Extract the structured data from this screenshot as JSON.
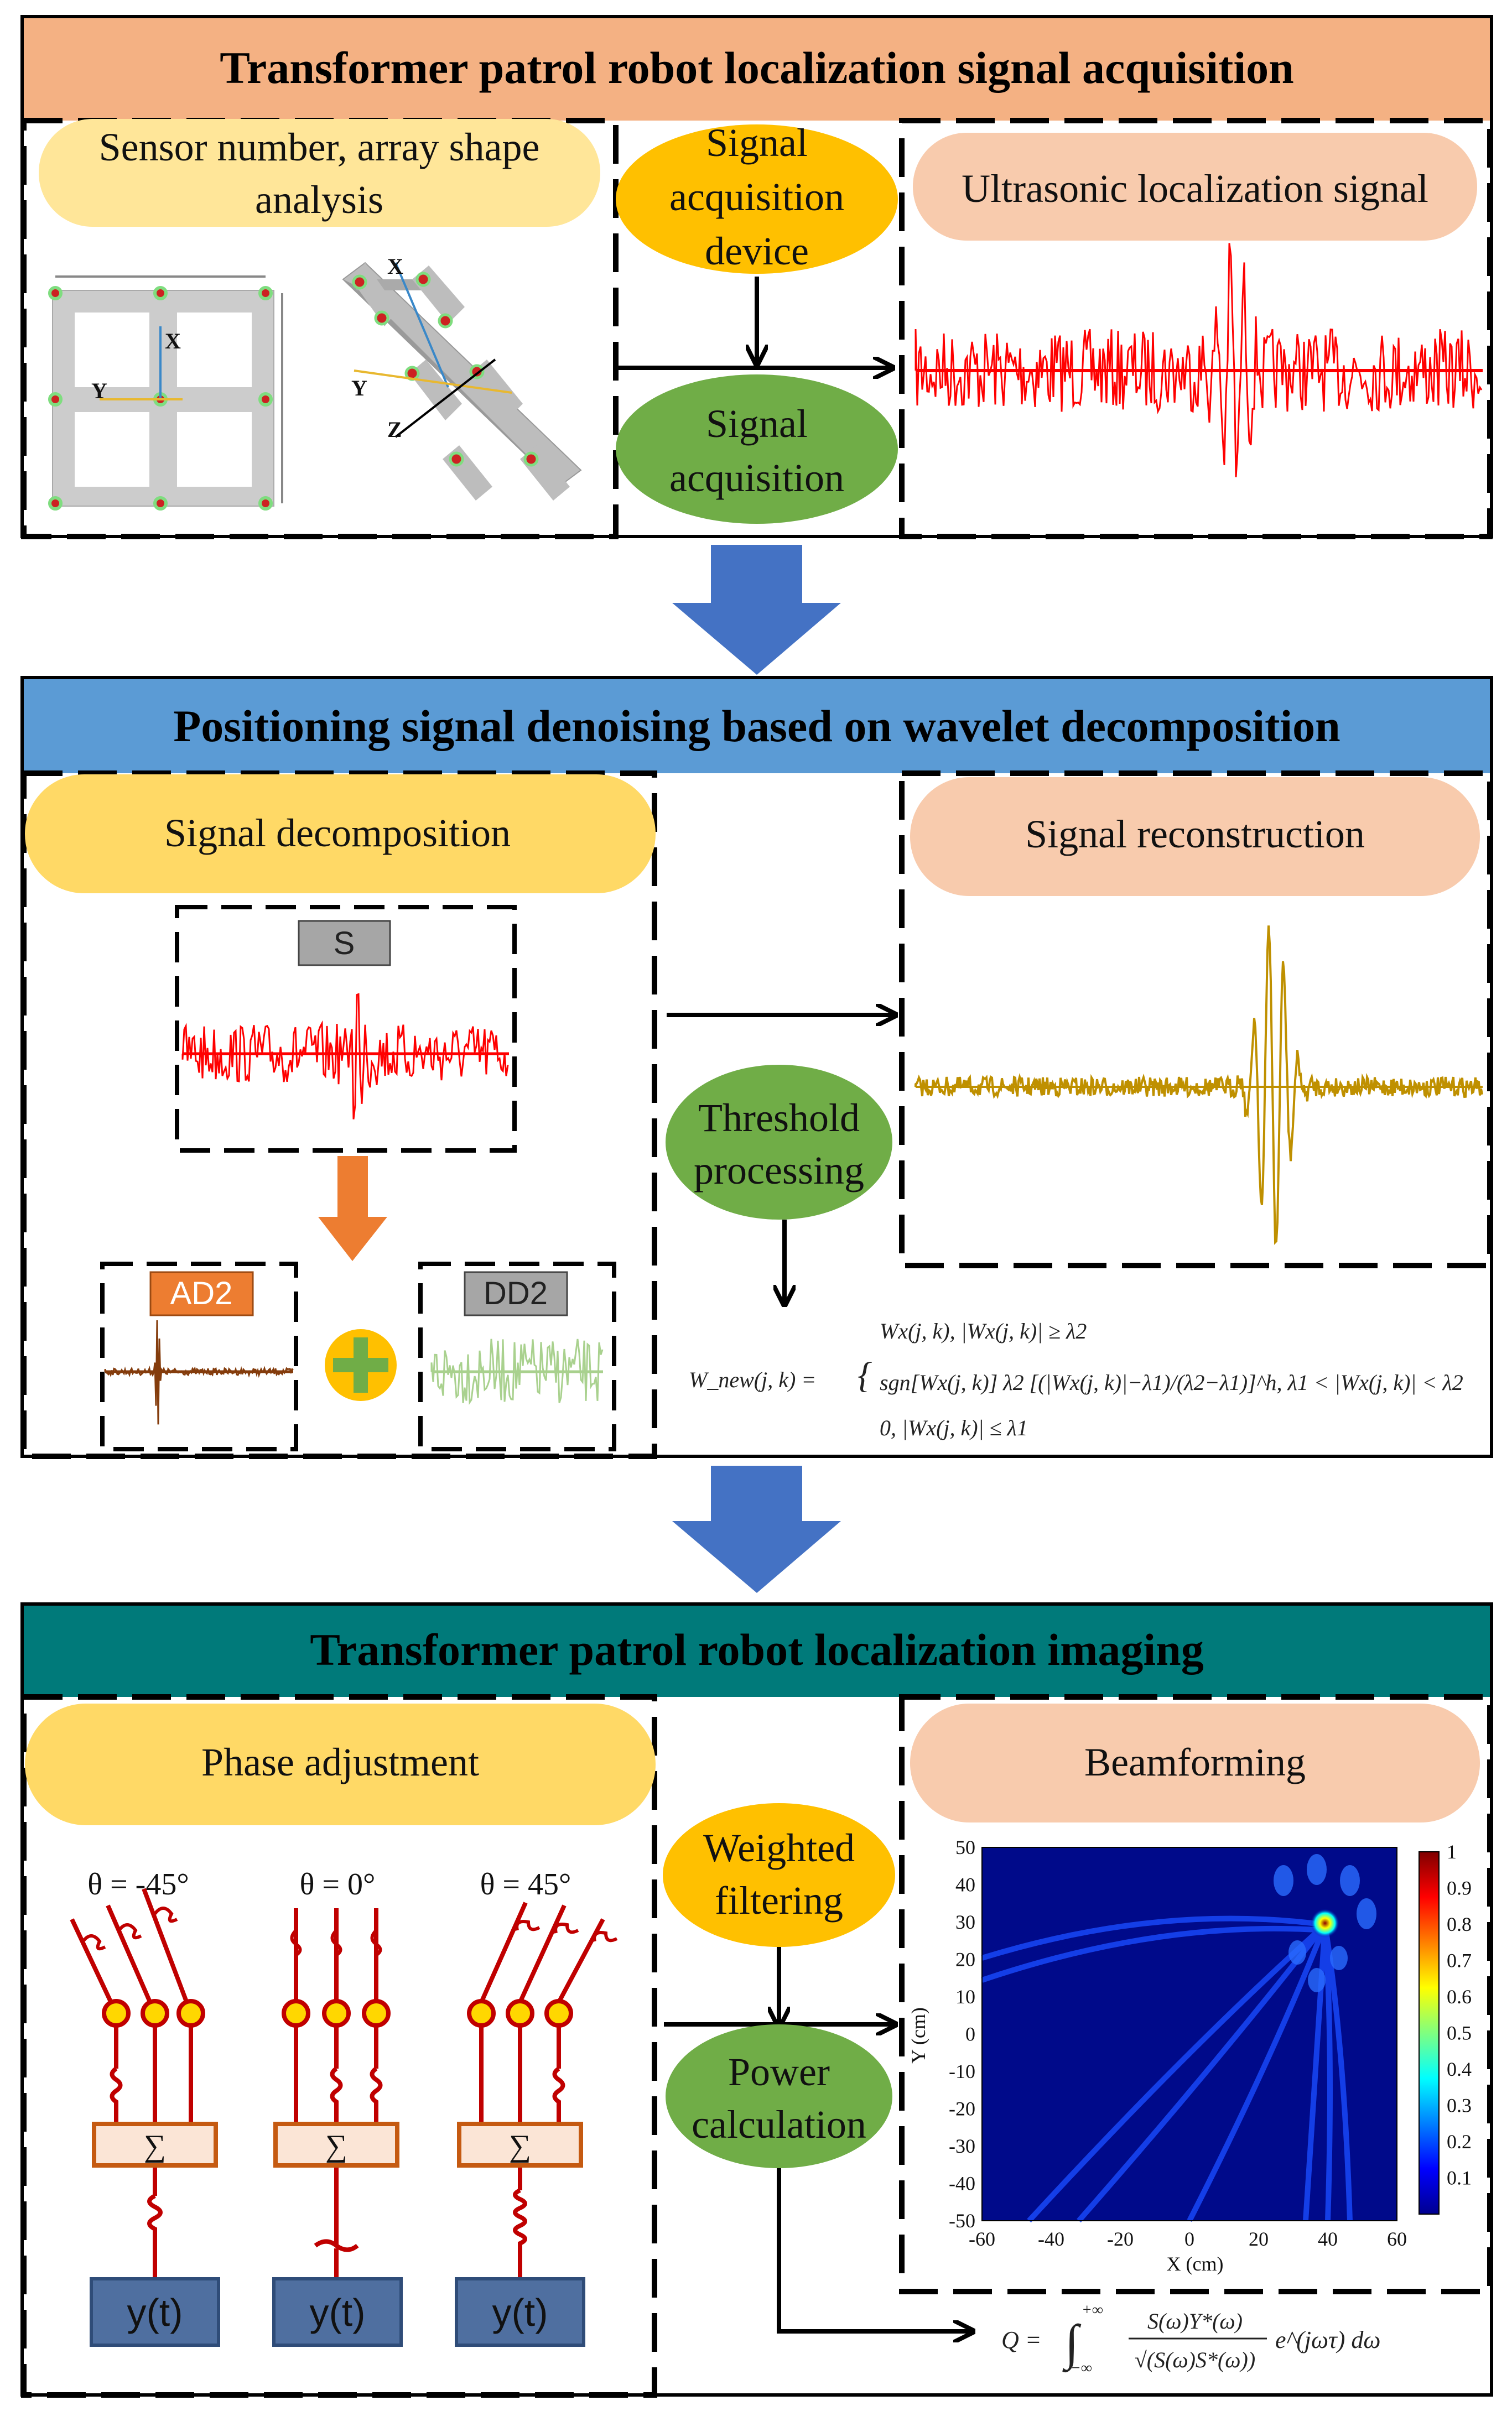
{
  "sections": {
    "acquisition": {
      "title": "Transformer patrol robot localization signal acquisition",
      "sensor_pill": [
        "Sensor number, array shape",
        "analysis"
      ],
      "device_pill": [
        "Signal",
        "acquisition",
        "device"
      ],
      "acquisition_pill": [
        "Signal",
        "acquisition"
      ],
      "ultrasonic_pill": "Ultrasonic localization signal",
      "axis_labels": {
        "x": "X",
        "y": "Y",
        "z": "Z"
      }
    },
    "denoising": {
      "title": "Positioning signal denoising based on wavelet decomposition",
      "decomposition_pill": "Signal decomposition",
      "reconstruction_pill": "Signal reconstruction",
      "threshold_pill": [
        "Threshold",
        "processing"
      ],
      "s_tag": "S",
      "ad2_tag": "AD2",
      "dd2_tag": "DD2",
      "equation": {
        "lhs": "W_new(j, k) =",
        "brace": "{",
        "case1": "Wx(j, k),  |Wx(j, k)| ≥ λ2",
        "case2": "sgn[Wx(j, k)] λ2 [(|Wx(j, k)|−λ1)/(λ2−λ1)]^h,  λ1 < |Wx(j, k)| < λ2",
        "case3": "0,     |Wx(j, k)| ≤ λ1"
      }
    },
    "imaging": {
      "title": "Transformer patrol robot localization imaging",
      "phase_pill": "Phase adjustment",
      "beamforming_pill": "Beamforming",
      "weighted_pill": [
        "Weighted",
        "filtering"
      ],
      "power_pill": [
        "Power",
        "calculation"
      ],
      "theta_labels": [
        "θ = -45°",
        "θ = 0°",
        "θ = 45°"
      ],
      "sum_symbol": "∑",
      "output_label": "y(t)",
      "power_equation": {
        "lhs": "Q =",
        "integral": "∫",
        "upper": "+∞",
        "lower": "−∞",
        "numerator": "S(ω)Y*(ω)",
        "denominator": "√(S(ω)S*(ω))",
        "tail": "e^(jωτ) dω"
      }
    }
  },
  "chart_data": {
    "type": "heatmap",
    "xlabel": "X (cm)",
    "ylabel": "Y (cm)",
    "xlim": [
      -60,
      60
    ],
    "ylim": [
      -50,
      50
    ],
    "x_ticks": [
      -60,
      -40,
      -20,
      0,
      20,
      40,
      60
    ],
    "y_ticks": [
      50,
      40,
      30,
      20,
      10,
      0,
      -10,
      -20,
      -30,
      -40,
      -50
    ],
    "colorbar_ticks": [
      1,
      0.9,
      0.8,
      0.7,
      0.6,
      0.5,
      0.4,
      0.3,
      0.2,
      0.1
    ],
    "colorbar_range": [
      0,
      1
    ],
    "peak": {
      "x": 40,
      "y": 33,
      "value": 1
    }
  }
}
